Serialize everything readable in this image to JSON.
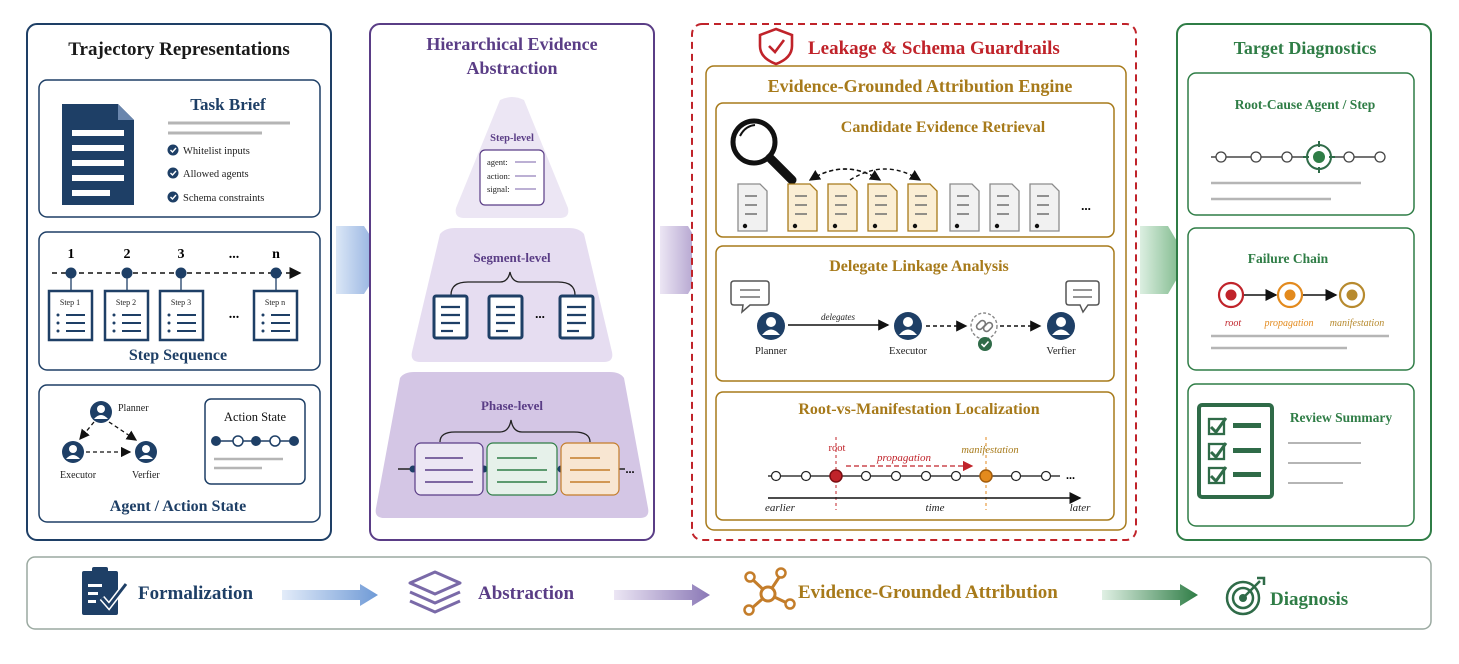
{
  "colors": {
    "navy": "#1e3f66",
    "purple": "#5a3d86",
    "red": "#c0232a",
    "gold": "#a77a1a",
    "green": "#2f7d46",
    "orange": "#e38a1d",
    "lavender_light": "#ece6f4",
    "lavender_mid": "#ddd2ec",
    "lavender_dark": "#c9b8de",
    "cream": "#faf3e4",
    "cream_doc": "#fbeed4",
    "mint": "#e6f1ea",
    "gray_line": "#b5b5b5",
    "footer_border": "#9aa9a0"
  },
  "panel1": {
    "title": "Trajectory Representations",
    "task_brief": {
      "title": "Task Brief",
      "icon": "document-icon",
      "checks": [
        "Whitelist inputs",
        "Allowed agents",
        "Schema constraints"
      ]
    },
    "step_sequence": {
      "numbers": [
        "1",
        "2",
        "3",
        "...",
        "n"
      ],
      "steps": [
        "Step 1",
        "Step 2",
        "Step 3",
        "Step n"
      ],
      "ellipsis": "...",
      "label": "Step Sequence"
    },
    "agent_state": {
      "planner": "Planner",
      "executor": "Executor",
      "verifier": "Verfier",
      "action_state": "Action State",
      "label": "Agent / Action State"
    }
  },
  "panel2": {
    "title_line1": "Hierarchical Evidence",
    "title_line2": "Abstraction",
    "step_level": {
      "label": "Step-level",
      "fields": [
        "agent:",
        "action:",
        "signal:"
      ]
    },
    "segment_level": {
      "label": "Segment-level",
      "ellipsis": "..."
    },
    "phase_level": {
      "label": "Phase-level",
      "ellipsis": "..."
    }
  },
  "panel3": {
    "title": "Leakage & Schema Guardrails",
    "icon": "shield-check-icon",
    "engine_title": "Evidence-Grounded Attribution Engine",
    "retrieval": {
      "title": "Candidate Evidence Retrieval",
      "ellipsis": "..."
    },
    "linkage": {
      "title": "Delegate Linkage Analysis",
      "planner": "Planner",
      "executor": "Executor",
      "verifier": "Verfier",
      "delegates": "delegates"
    },
    "localization": {
      "title": "Root-vs-Manifestation Localization",
      "root": "root",
      "propagation": "propagation",
      "manifestation": "manifestation",
      "earlier": "earlier",
      "time": "time",
      "later": "later",
      "ellipsis": "..."
    }
  },
  "panel4": {
    "title": "Target Diagnostics",
    "root_cause": {
      "title": "Root-Cause Agent / Step"
    },
    "failure_chain": {
      "title": "Failure Chain",
      "root": "root",
      "propagation": "propagation",
      "manifestation": "manifestation"
    },
    "review": {
      "title": "Review Summary",
      "icon": "checklist-icon"
    }
  },
  "footer": [
    {
      "label": "Formalization",
      "icon": "clipboard-check-icon"
    },
    {
      "label": "Abstraction",
      "icon": "layers-icon"
    },
    {
      "label": "Evidence-Grounded Attribution",
      "icon": "network-icon"
    },
    {
      "label": "Diagnosis",
      "icon": "target-icon"
    }
  ]
}
